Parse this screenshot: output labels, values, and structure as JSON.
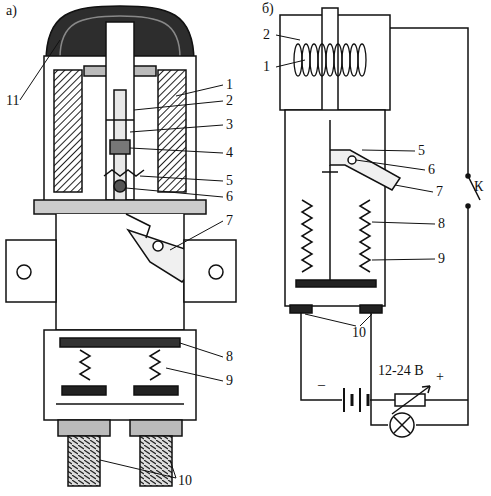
{
  "diagram": {
    "labels": [
      "а)",
      "б)",
      "11",
      "1",
      "2",
      "3",
      "4",
      "5",
      "6",
      "7",
      "8",
      "9",
      "10",
      "2",
      "1",
      "5",
      "6",
      "7",
      "8",
      "9",
      "10",
      "К",
      "12-24 В",
      "–",
      "+"
    ]
  }
}
